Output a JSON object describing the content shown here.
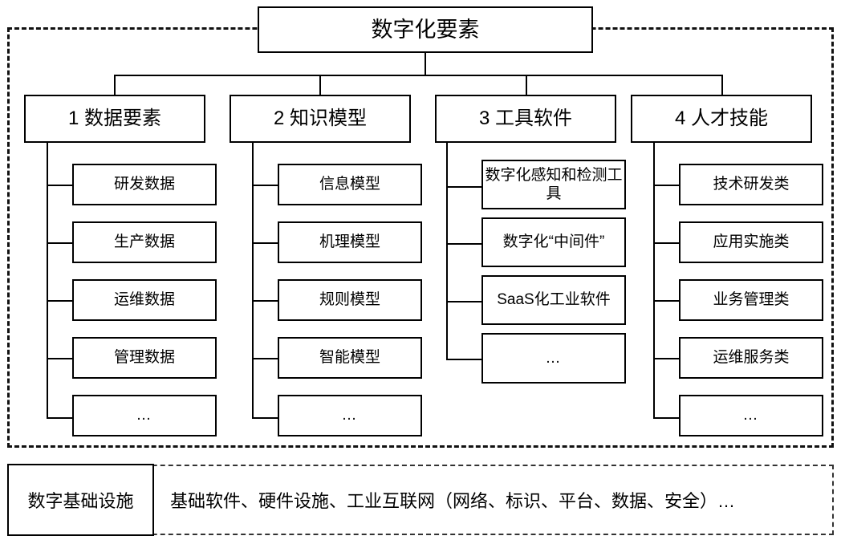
{
  "diagram": {
    "root": {
      "label": "数字化要素"
    },
    "categories": [
      {
        "label": "1 数据要素",
        "items": [
          {
            "label": "研发数据"
          },
          {
            "label": "生产数据"
          },
          {
            "label": "运维数据"
          },
          {
            "label": "管理数据"
          },
          {
            "label": "…"
          }
        ]
      },
      {
        "label": "2 知识模型",
        "items": [
          {
            "label": "信息模型"
          },
          {
            "label": "机理模型"
          },
          {
            "label": "规则模型"
          },
          {
            "label": "智能模型"
          },
          {
            "label": "…"
          }
        ]
      },
      {
        "label": "3 工具软件",
        "items": [
          {
            "label": "数字化感知和检测工具"
          },
          {
            "label": "数字化“中间件”"
          },
          {
            "label": "SaaS化工业软件"
          },
          {
            "label": "…"
          }
        ]
      },
      {
        "label": "4 人才技能",
        "items": [
          {
            "label": "技术研发类"
          },
          {
            "label": "应用实施类"
          },
          {
            "label": "业务管理类"
          },
          {
            "label": "运维服务类"
          },
          {
            "label": "…"
          }
        ]
      }
    ],
    "infrastructure": {
      "label": "数字基础设施",
      "content": "基础软件、硬件设施、工业互联网（网络、标识、平台、数据、安全）…"
    },
    "colors": {
      "stroke": "#000000",
      "background": "#ffffff",
      "dashed_frame": "#111111"
    }
  }
}
